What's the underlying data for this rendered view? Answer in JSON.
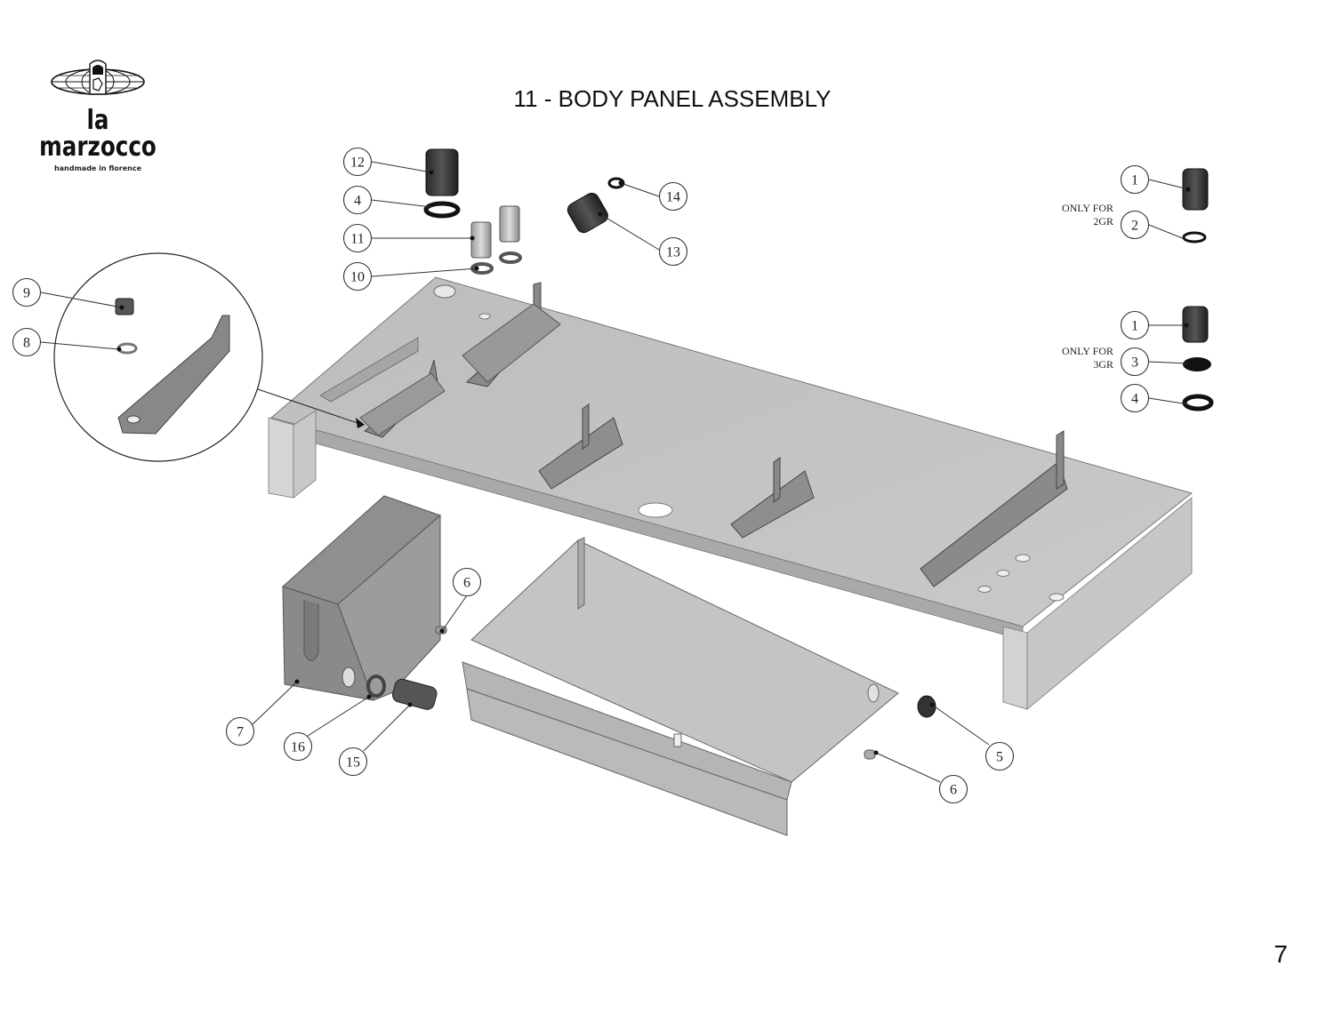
{
  "brand": {
    "name": "la marzocco",
    "tagline": "handmade in florence"
  },
  "title": "11 - BODY PANEL ASSEMBLY",
  "page_number": "7",
  "notes": {
    "two_group_line1": "ONLY FOR",
    "two_group_line2": "2GR",
    "three_group_line1": "ONLY FOR",
    "three_group_line2": "3GR"
  },
  "callouts": [
    {
      "id": "c12",
      "label": "12",
      "part": "cable gland"
    },
    {
      "id": "c4a",
      "label": "4",
      "part": "lock nut"
    },
    {
      "id": "c11",
      "label": "11",
      "part": "fitting"
    },
    {
      "id": "c10",
      "label": "10",
      "part": "nut"
    },
    {
      "id": "c14",
      "label": "14",
      "part": "washer"
    },
    {
      "id": "c13",
      "label": "13",
      "part": "fitting"
    },
    {
      "id": "c1a",
      "label": "1",
      "part": "cable gland"
    },
    {
      "id": "c2",
      "label": "2",
      "part": "nut"
    },
    {
      "id": "c1b",
      "label": "1",
      "part": "cable gland"
    },
    {
      "id": "c3",
      "label": "3",
      "part": "cap"
    },
    {
      "id": "c4b",
      "label": "4",
      "part": "lock nut"
    },
    {
      "id": "c9",
      "label": "9",
      "part": "nut"
    },
    {
      "id": "c8",
      "label": "8",
      "part": "washer"
    },
    {
      "id": "c6a",
      "label": "6",
      "part": "screw"
    },
    {
      "id": "c7",
      "label": "7",
      "part": "drain box"
    },
    {
      "id": "c16",
      "label": "16",
      "part": "nut"
    },
    {
      "id": "c15",
      "label": "15",
      "part": "hose fitting"
    },
    {
      "id": "c5",
      "label": "5",
      "part": "foot"
    },
    {
      "id": "c6b",
      "label": "6",
      "part": "screw"
    }
  ]
}
